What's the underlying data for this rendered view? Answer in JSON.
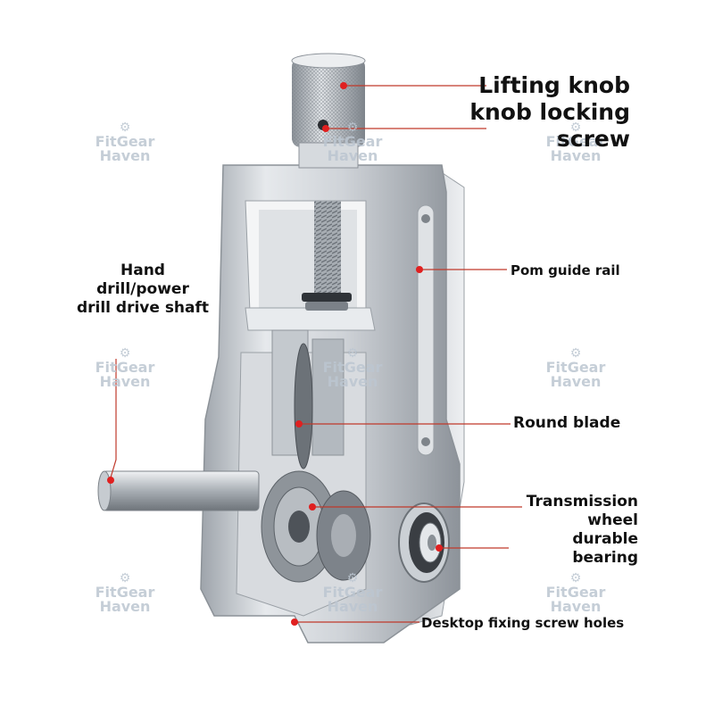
{
  "labels": {
    "lifting_knob": "Lifting knob",
    "knob_locking_screw_line1": "knob locking",
    "knob_locking_screw_line2": "screw",
    "pom_guide_rail": "Pom guide rail",
    "hand_drill_line1": "Hand",
    "hand_drill_line2": "drill/power",
    "hand_drill_line3": "drill drive shaft",
    "round_blade": "Round blade",
    "transmission_line1": "Transmission",
    "transmission_line2": "wheel",
    "transmission_line3": "durable",
    "transmission_line4": "bearing",
    "desktop_screw_holes": "Desktop fixing screw holes"
  },
  "watermark": {
    "line1": "FitGear",
    "line2": "Haven"
  },
  "colors": {
    "callout_line": "#c0392b",
    "callout_dot": "#e02020",
    "text": "#111111",
    "metal_light": "#e9ecef",
    "metal_mid": "#b9bec4",
    "metal_dark": "#6f757c"
  }
}
